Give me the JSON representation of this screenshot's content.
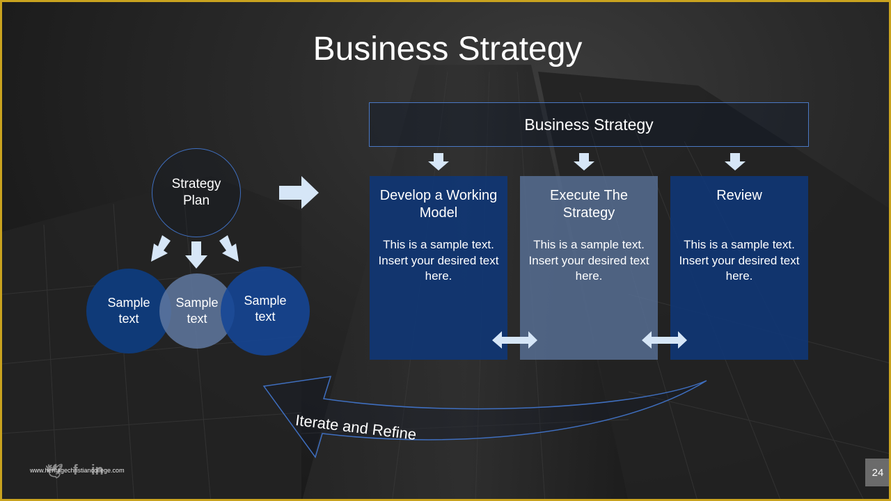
{
  "slide": {
    "title": "Business Strategy",
    "accent_border_color": "#c9a31f"
  },
  "left_diagram": {
    "plan_label": "Strategy Plan",
    "circles": [
      {
        "label": "Sample text",
        "color": "#0f3a78"
      },
      {
        "label": "Sample text",
        "color": "#5f78a0"
      },
      {
        "label": "Sample text",
        "color": "#1446a0"
      }
    ]
  },
  "strategy": {
    "header": "Business Strategy",
    "columns": [
      {
        "title": "Develop a Working Model",
        "text": "This is a sample text. Insert your desired text here."
      },
      {
        "title": "Execute The Strategy",
        "text": "This is a sample text. Insert your desired text here."
      },
      {
        "title": "Review",
        "text": "This is a sample text. Insert your desired text here."
      }
    ]
  },
  "loop_label": "Iterate and Refine",
  "footer": {
    "url": "www.heritagechristiancollege.com",
    "social_icons": [
      "twitter-icon",
      "facebook-icon",
      "linkedin-icon"
    ],
    "page_number": "24"
  }
}
